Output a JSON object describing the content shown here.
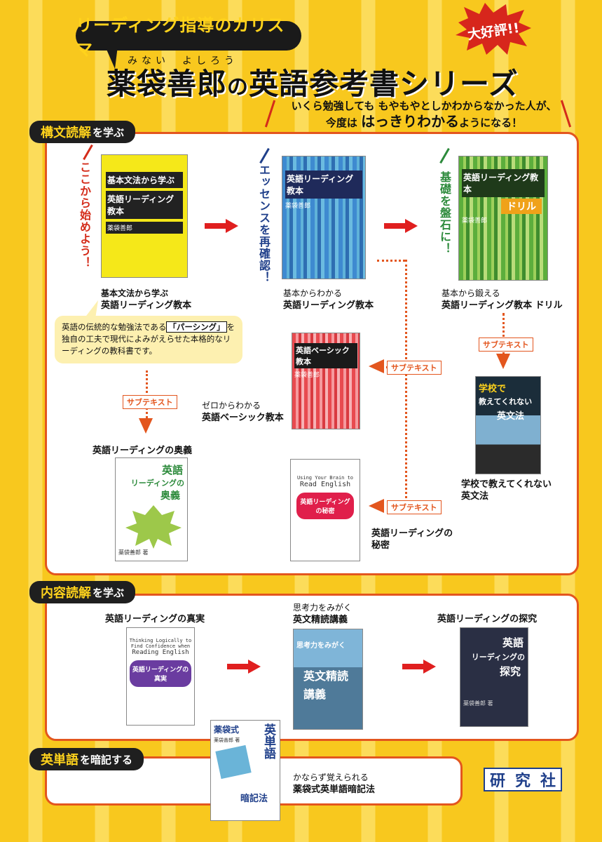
{
  "header": {
    "banner": "リーディング指導のカリスマ",
    "ruby_minai": "みない",
    "ruby_yoshirou": "よしろう",
    "title_name": "薬袋善郎",
    "title_no": "の",
    "title_rest": "英語参考書シリーズ",
    "burst": "大好評!!",
    "tagline_line1": "いくら勉強しても もやもやとしかわからなかった人が、",
    "tagline_pre": "今度は",
    "tagline_big": "はっきりわかる",
    "tagline_post": "ようになる！"
  },
  "sections": {
    "kobun": {
      "lead": "構文読解",
      "rest": "を学ぶ"
    },
    "naiyou": {
      "lead": "内容読解",
      "rest": "を学ぶ"
    },
    "tango": {
      "lead": "英単語",
      "rest": "を暗記する"
    }
  },
  "notes": {
    "start": "ここから始めよう！",
    "essence": "エッセンスを再確認！",
    "kiso": "基礎を盤石に！",
    "sub_text": "サブテキスト"
  },
  "speech": {
    "pre": "英語の伝統的な勉強法である",
    "highlight": "「パーシング」",
    "post": "を独自の工夫で現代によみがえらせた本格的なリーディングの教科書です。"
  },
  "books": {
    "b1": {
      "sub": "基本文法から学ぶ",
      "main": "英語リーディング教本",
      "cover_l1": "基本文法から学ぶ",
      "cover_l2": "英語リーディング教本",
      "cover_author": "薬袋善郎"
    },
    "b2": {
      "sub": "基本からわかる",
      "main": "英語リーディング教本",
      "cover_l1": "英語リーディング教本",
      "cover_author": "薬袋善郎"
    },
    "b3": {
      "sub": "基本から鍛える",
      "main": "英語リーディング教本 ドリル",
      "cover_l1": "英語リーディング教本",
      "cover_l2": "ドリル",
      "cover_author": "薬袋善郎"
    },
    "b4": {
      "sub": "ゼロからわかる",
      "main": "英語ベーシック教本",
      "cover_l1": "英語ベーシック教本",
      "cover_author": "薬袋善郎"
    },
    "b5": {
      "main": "英語リーディングの奥義",
      "cover_l1": "英語",
      "cover_l2": "リーディングの",
      "cover_l3": "奥義",
      "cover_author": "薬袋善郎 著"
    },
    "b6": {
      "main": "英語リーディングの",
      "main2": "秘密",
      "cover_en1": "Using Your Brain to",
      "cover_en2": "Read English",
      "cover_jp": "英語リーディングの秘密"
    },
    "b7": {
      "main": "学校で教えてくれない",
      "main2": "英文法",
      "cover_l1": "学校で",
      "cover_l2": "教えてくれない",
      "cover_l3": "英文法"
    },
    "b8": {
      "main": "英語リーディングの真実",
      "cover_en1": "Thinking Logically to",
      "cover_en2": "Find Confidence when",
      "cover_en3": "Reading English",
      "cover_jp": "英語リーディングの真実"
    },
    "b9": {
      "sub": "思考力をみがく",
      "main": "英文精読講義",
      "cover_l1": "思考力をみがく",
      "cover_l2": "英文精読",
      "cover_l3": "講義"
    },
    "b10": {
      "main": "英語リーディングの探究",
      "cover_l1": "英語",
      "cover_l2": "リーディングの",
      "cover_l3": "探究",
      "cover_author": "薬袋善郎 著"
    },
    "b11": {
      "sub": "かならず覚えられる",
      "main": "薬袋式英単語暗記法",
      "cover_l1": "薬袋式",
      "cover_l2": "英単語",
      "cover_l3": "暗記法",
      "cover_author": "薬袋善郎 著"
    }
  },
  "publisher": {
    "c1": "研",
    "c2": "究",
    "c3": "社"
  },
  "colors": {
    "accent": "#e3561e",
    "background": "#f8c81e",
    "label_bg": "#1f1f1f"
  }
}
